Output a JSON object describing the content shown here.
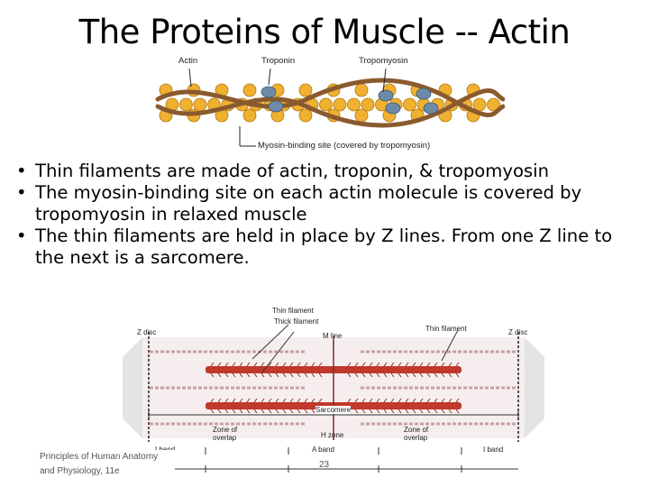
{
  "slide": {
    "title": "The Proteins of Muscle -- Actin",
    "bullets": [
      "Thin filaments are made of actin, troponin, & tropomyosin",
      "The myosin-binding site on each actin molecule is covered by tropomyosin in relaxed muscle",
      "The thin filaments are held in place by Z lines. From one Z line to the next is a sarcomere."
    ],
    "footer": "Principles of Human Anatomy and Physiology, 11e",
    "page_number": "23"
  },
  "figure_actin": {
    "labels": {
      "actin": "Actin",
      "troponin": "Troponin",
      "tropomyosin": "Tropomyosin",
      "binding_site": "Myosin-binding site (covered by tropomyosin)"
    },
    "colors": {
      "actin": "#f0b030",
      "troponin": "#6d8ba6",
      "tropomyosin": "#8a5a2e"
    }
  },
  "figure_sarcomere": {
    "labels": {
      "z_disc_left": "Z disc",
      "z_disc_right": "Z disc",
      "thin_filament_top": "Thin filament",
      "thick_filament": "Thick filament",
      "m_line": "M line",
      "thin_filament_right": "Thin filament",
      "sarcomere": "Sarcomere",
      "zone_overlap_left": "Zone of overlap",
      "h_zone": "H zone",
      "zone_overlap_right": "Zone of overlap",
      "i_band_left": "I band",
      "a_band": "A band",
      "i_band_right": "I band"
    }
  }
}
